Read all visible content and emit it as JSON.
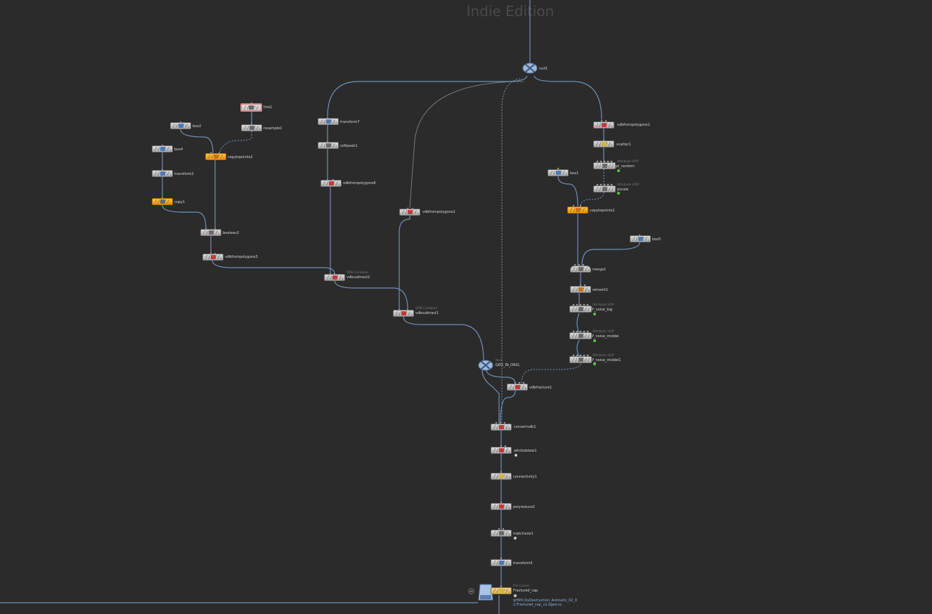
{
  "watermark": "Indie Edition",
  "nodes": {
    "line1": "line1",
    "resample1": "resample1",
    "box2": "box2",
    "box4": "box4",
    "copytopoints2": "copytopoints2",
    "transform2": "transform2",
    "copy1": "copy1",
    "boolean2": "boolean2",
    "vdbfrompolygons3": "vdbfrompolygons3",
    "transform7": "transform7",
    "softpeak1": "softpeak1",
    "vdbfrompolygons6": "vdbfrompolygons6",
    "vdbsubtract2_sub": "VDB Combine",
    "vdbsubtract2": "vdbsubtract2",
    "vdbfrompolygons2": "vdbfrompolygons2",
    "vdbsubtract1_sub": "VDB Combine",
    "vdbsubtract1": "vdbsubtract1",
    "null1": "null1",
    "vdbfrompolygons1": "vdbfrompolygons1",
    "scatter1": "scatter1",
    "pt_random_sub": "Attribute VOP",
    "pt_random": "pt_random",
    "pscale_sub": "Attribute VOP",
    "pscale": "pscale",
    "box1": "box1",
    "copytopoints1": "copytopoints1",
    "box5": "box5",
    "merge1": "merge1",
    "remesh1": "remesh1",
    "P_noise_big_sub": "Attribute VOP",
    "P_noise_big": "P_noise_big",
    "P_noise_middel_sub": "Attribute VOP",
    "P_noise_middel": "P_noise_middel",
    "P_noise_middel1_sub": "Attribute VOP",
    "P_noise_middel1": "P_noise_middel1",
    "GEO_IN_ORIG_sub": "Null",
    "GEO_IN_ORIG": "GEO_IN_ORIG",
    "vdbfracture1": "vdbfracture1",
    "convertvdb1": "convertvdb1",
    "attribdelete1": "attribdelete1",
    "connectivity1": "connectivity1",
    "polyreduce2": "polyreduce2",
    "matchsize1": "matchsize1",
    "transform5": "transform5",
    "fractured_cap_sub": "File Cache",
    "fractured_cap": "Fractured_cap",
    "cache_path_line1": "$HIP/CityDestruction_Animatic_02_0",
    "cache_path_line2": "2.Fractured_cap_v1.bgeo.sc"
  },
  "colors": {
    "background": "#2b2b2b",
    "wire": "#6f8fb8",
    "wire_gray": "#7a7a7a",
    "node_gray": "#bdbdbd",
    "node_orange": "#f5a300",
    "flag_green": "#55c83a"
  },
  "icons": {
    "null": "null-cross-icon",
    "filecache": "file-cache-icon"
  }
}
